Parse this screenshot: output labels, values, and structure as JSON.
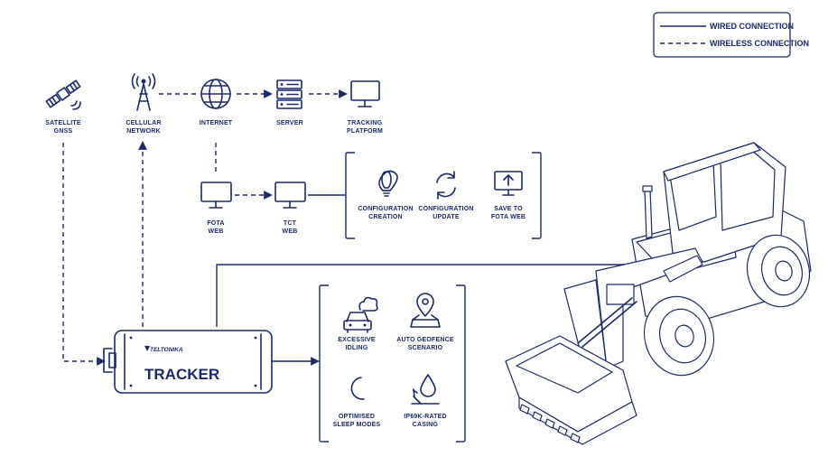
{
  "legend": {
    "wired": "WIRED CONNECTION",
    "wireless": "WIRELESS CONNECTION"
  },
  "nodes": {
    "satellite": [
      "SATELLITE",
      "GNSS"
    ],
    "cellular": [
      "CELLULAR",
      "NETWORK"
    ],
    "internet": [
      "INTERNET"
    ],
    "server": [
      "SERVER"
    ],
    "tracking": [
      "TRACKING",
      "PLATFORM"
    ],
    "fota": [
      "FOTA",
      "WEB"
    ],
    "tct": [
      "TCT",
      "WEB"
    ]
  },
  "config_features": {
    "creation": [
      "CONFIGURATION",
      "CREATION"
    ],
    "update": [
      "CONFIGURATION",
      "UPDATE"
    ],
    "save": [
      "SAVE TO",
      "FOTA WEB"
    ]
  },
  "tracker": {
    "brand": "TELTONIKA",
    "name": "TRACKER"
  },
  "tracker_features": {
    "idling": [
      "EXCESSIVE",
      "IDLING"
    ],
    "geofence": [
      "AUTO GEOFENCE",
      "SCENARIO"
    ],
    "sleep": [
      "OPTIMISED",
      "SLEEP MODES"
    ],
    "casing": [
      "IP69K-RATED",
      "CASING"
    ]
  },
  "icons": {
    "satellite": "satellite-icon",
    "cellular": "cell-tower-icon",
    "internet": "globe-icon",
    "server": "server-icon",
    "monitor": "monitor-icon",
    "bulb": "lightbulb-icon",
    "refresh": "refresh-icon",
    "upload": "upload-icon",
    "car": "car-smoke-icon",
    "pin": "map-pin-icon",
    "moon": "moon-icon",
    "drop": "water-drop-icon"
  },
  "colors": {
    "ink": "#1b2a6b",
    "background": "#ffffff"
  }
}
